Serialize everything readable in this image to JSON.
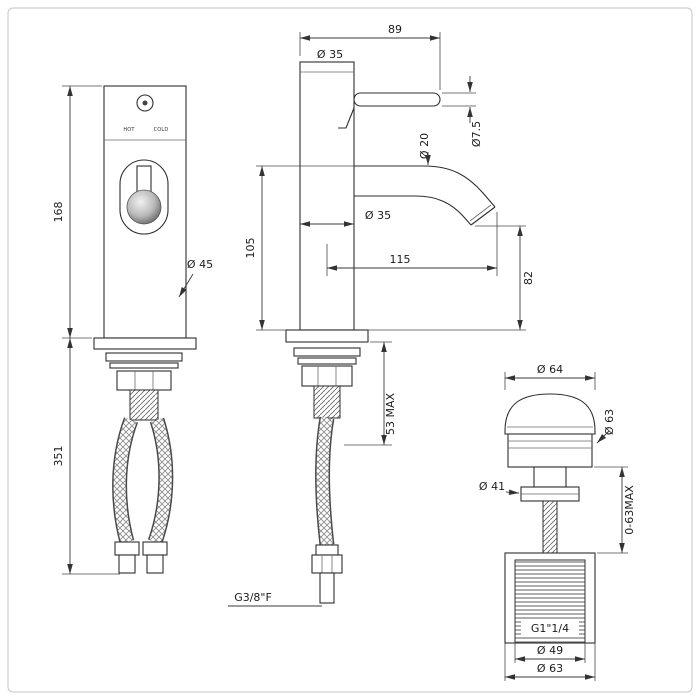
{
  "drawing": {
    "front_view": {
      "hot_label": "HOT",
      "cold_label": "COLD",
      "dims": {
        "height_above_deck": "168",
        "hose_length_below": "351",
        "base_diameter": "Ø 45"
      }
    },
    "side_view": {
      "dims": {
        "depth": "89",
        "top_diameter": "Ø 35",
        "lever_diameter": "Ø7.5",
        "spout_tube_diameter": "Ø 20",
        "body_diameter": "Ø 35",
        "spout_height": "105",
        "spout_reach": "115",
        "outlet_height": "82",
        "max_deck_thickness": "53 MAX",
        "inlet_thread": "G3/8\"F"
      }
    },
    "waste_view": {
      "dims": {
        "cap_diameter": "Ø 64",
        "upper_body_diameter": "Ø 63",
        "flange_diameter": "Ø 41",
        "adjustment_range": "0-63MAX",
        "outlet_thread": "G1\"1/4",
        "inner_diameter": "Ø 49",
        "outer_diameter": "Ø 63"
      }
    }
  }
}
